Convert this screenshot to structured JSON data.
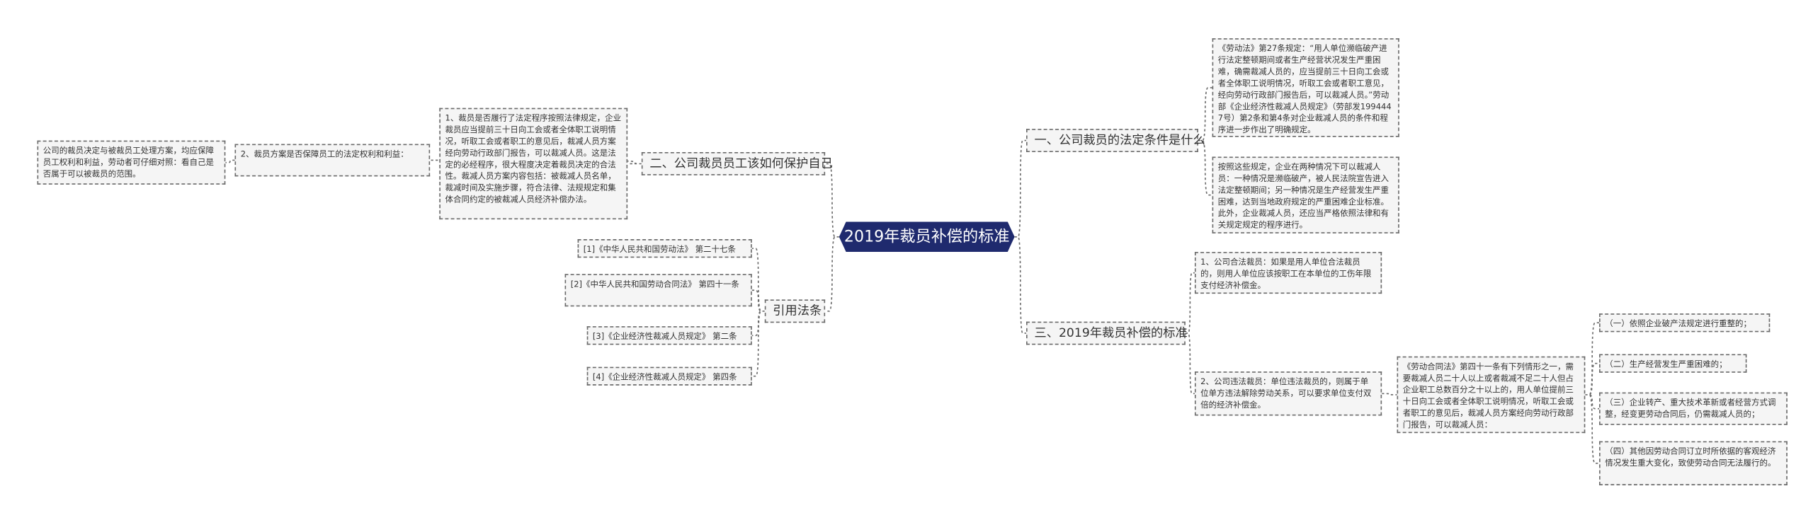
{
  "root": "2019年裁员补偿的标准",
  "left": [
    {
      "label": "二、公司裁员员工该如何保护自己",
      "children": [
        {
          "text": "1、裁员是否履行了法定程序按照法律规定，企业裁员应当提前三十日向工会或者全体职工说明情况，听取工会或者职工的意见后，裁减人员方案经向劳动行政部门报告，可以裁减人员。这是法定的必经程序，很大程度决定着裁员决定的合法性。裁减人员方案内容包括：被裁减人员名单，裁减时间及实施步骤，符合法律、法规规定和集体合同约定的被裁减人员经济补偿办法。"
        },
        {
          "text": "2、裁员方案是否保障员工的法定权利和利益：",
          "children": [
            {
              "text": "公司的裁员决定与被裁员工处理方案，均应保障员工权利和利益，劳动者可仔细对照：看自己是否属于可以被裁员的范围。"
            }
          ]
        }
      ]
    },
    {
      "label": "引用法条",
      "children": [
        {
          "text": "[1]《中华人民共和国劳动法》 第二十七条"
        },
        {
          "text": "[2]《中华人民共和国劳动合同法》 第四十一条"
        },
        {
          "text": "[3]《企业经济性裁减人员规定》 第二条"
        },
        {
          "text": "[4]《企业经济性裁减人员规定》 第四条"
        }
      ]
    }
  ],
  "right": [
    {
      "label": "一、公司裁员的法定条件是什么",
      "children": [
        {
          "text": "《劳动法》第27条规定：“用人单位濒临破产进行法定整顿期间或者生产经营状况发生严重困难，确需裁减人员的，应当提前三十日向工会或者全体职工说明情况，听取工会或者职工意见，经向劳动行政部门报告后，可以裁减人员。”劳动部《企业经济性裁减人员规定》（劳部发1994447号）第2条和第4条对企业裁减人员的条件和程序进一步作出了明确规定。"
        },
        {
          "text": "按照这些规定，企业在两种情况下可以裁减人员：一种情况是濒临破产，被人民法院宣告进入法定整顿期间；另一种情况是生产经营发生严重困难，达到当地政府规定的严重困难企业标准。此外，企业裁减人员，还应当严格依照法律和有关规定规定的程序进行。"
        }
      ]
    },
    {
      "label": "三、2019年裁员补偿的标准",
      "children": [
        {
          "text": "1、公司合法裁员：如果是用人单位合法裁员的，则用人单位应该按职工在本单位的工伤年限支付经济补偿金。"
        },
        {
          "text": "2、公司违法裁员：单位违法裁员的，则属于单位单方违法解除劳动关系，可以要求单位支付双倍的经济补偿金。",
          "children": [
            {
              "text": "《劳动合同法》第四十一条有下列情形之一，需要裁减人员二十人以上或者裁减不足二十人但占企业职工总数百分之十以上的，用人单位提前三十日向工会或者全体职工说明情况，听取工会或者职工的意见后，裁减人员方案经向劳动行政部门报告，可以裁减人员：",
              "children": [
                {
                  "text": "（一）依照企业破产法规定进行重整的；"
                },
                {
                  "text": "（二）生产经营发生严重困难的；"
                },
                {
                  "text": "（三）企业转产、重大技术革新或者经营方式调整，经变更劳动合同后，仍需裁减人员的；"
                },
                {
                  "text": "（四）其他因劳动合同订立时所依据的客观经济情况发生重大变化，致使劳动合同无法履行的。"
                }
              ]
            }
          ]
        }
      ]
    }
  ],
  "colors": {
    "root_bg": "#1f2a6e",
    "node_bg": "#f5f5f5",
    "line": "#6b6b6b"
  }
}
